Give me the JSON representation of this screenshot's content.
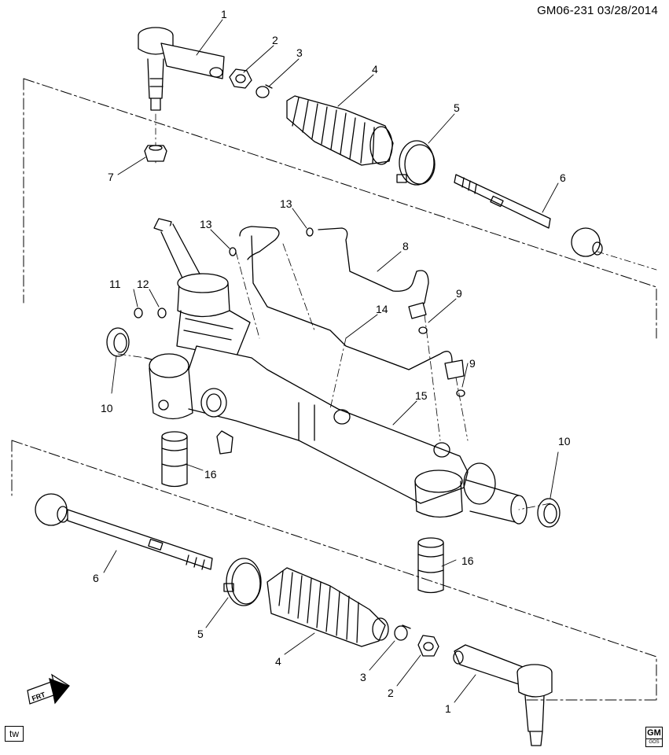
{
  "header": {
    "code": "GM06-231",
    "date": "03/28/2014"
  },
  "badge": {
    "tw": "tw"
  },
  "logo": {
    "gm": "GM",
    "sub": "GOS"
  },
  "fwd_arrow": {
    "label": "FRT"
  },
  "callouts": {
    "c1a": "1",
    "c2a": "2",
    "c3a": "3",
    "c4a": "4",
    "c5a": "5",
    "c6a": "6",
    "c7": "7",
    "c8": "8",
    "c9a": "9",
    "c9b": "9",
    "c10a": "10",
    "c10b": "10",
    "c11": "11",
    "c12": "12",
    "c13a": "13",
    "c13b": "13",
    "c14": "14",
    "c15": "15",
    "c16a": "16",
    "c16b": "16",
    "c6b": "6",
    "c5b": "5",
    "c4b": "4",
    "c3b": "3",
    "c2b": "2",
    "c1b": "1"
  }
}
